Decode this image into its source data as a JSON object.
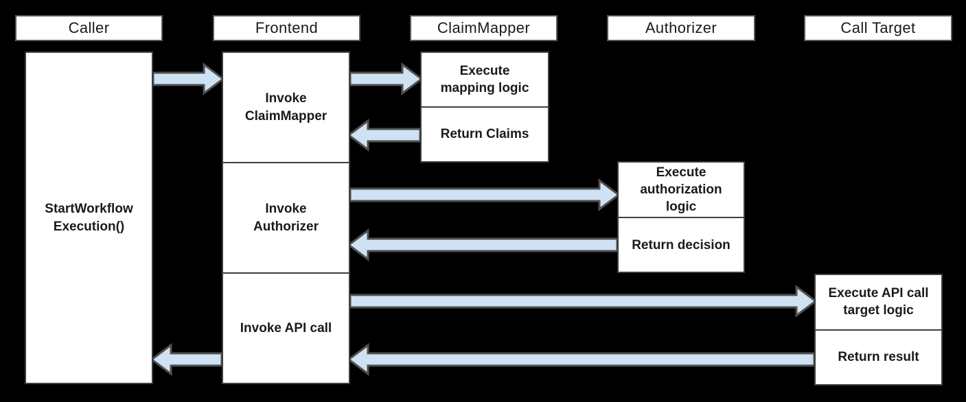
{
  "colors": {
    "background": "#000000",
    "box_fill": "#ffffff",
    "box_border": "#3f3f3f",
    "header_border": "#595959",
    "arrow_fill": "#cfe2f3",
    "arrow_stroke": "#4f4f4f",
    "text": "#1a1a1a"
  },
  "lifelines": {
    "caller": {
      "header": "Caller",
      "activation_label": "StartWorkflow\nExecution()"
    },
    "frontend": {
      "header": "Frontend",
      "steps": [
        "Invoke\nClaimMapper",
        "Invoke\nAuthorizer",
        "Invoke API call"
      ]
    },
    "claim_mapper": {
      "header": "ClaimMapper",
      "steps": [
        "Execute\nmapping logic",
        "Return Claims"
      ]
    },
    "authorizer": {
      "header": "Authorizer",
      "steps": [
        "Execute\nauthorization\nlogic",
        "Return decision"
      ]
    },
    "call_target": {
      "header": "Call Target",
      "steps": [
        "Execute API call\ntarget logic",
        "Return result"
      ]
    }
  },
  "arrows": [
    {
      "name": "caller-to-frontend",
      "direction": "right"
    },
    {
      "name": "frontend-to-claimmapper",
      "direction": "right"
    },
    {
      "name": "claimmapper-return-to-frontend",
      "direction": "left"
    },
    {
      "name": "frontend-to-authorizer",
      "direction": "right"
    },
    {
      "name": "authorizer-return-to-frontend",
      "direction": "left"
    },
    {
      "name": "frontend-to-calltarget",
      "direction": "right"
    },
    {
      "name": "calltarget-return-to-frontend",
      "direction": "left"
    },
    {
      "name": "frontend-return-to-caller",
      "direction": "left"
    }
  ]
}
